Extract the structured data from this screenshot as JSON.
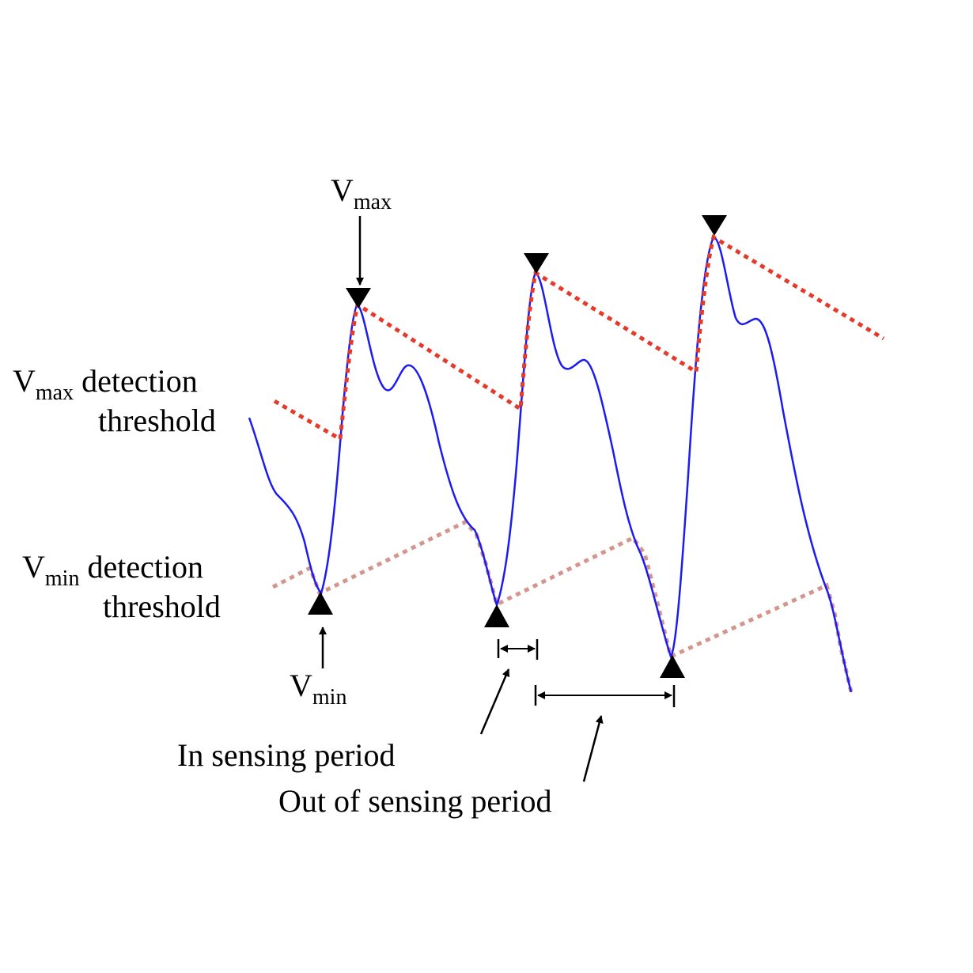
{
  "labels": {
    "vmax_top": {
      "main": "V",
      "sub": "max"
    },
    "vmax_threshold": {
      "main": "V",
      "sub": "max",
      "line1_rest": " detection",
      "line2": "threshold"
    },
    "vmin_threshold": {
      "main": "V",
      "sub": "min",
      "line1_rest": " detection",
      "line2": "threshold"
    },
    "vmin_bottom": {
      "main": "V",
      "sub": "min"
    },
    "in_sensing": "In sensing period",
    "out_sensing": "Out of sensing period"
  },
  "colors": {
    "signal": "#1c1cf0",
    "vmax_threshold": "#e53a2a",
    "vmin_threshold": "#d4968c",
    "marker": "#000000",
    "arrow": "#000000"
  }
}
